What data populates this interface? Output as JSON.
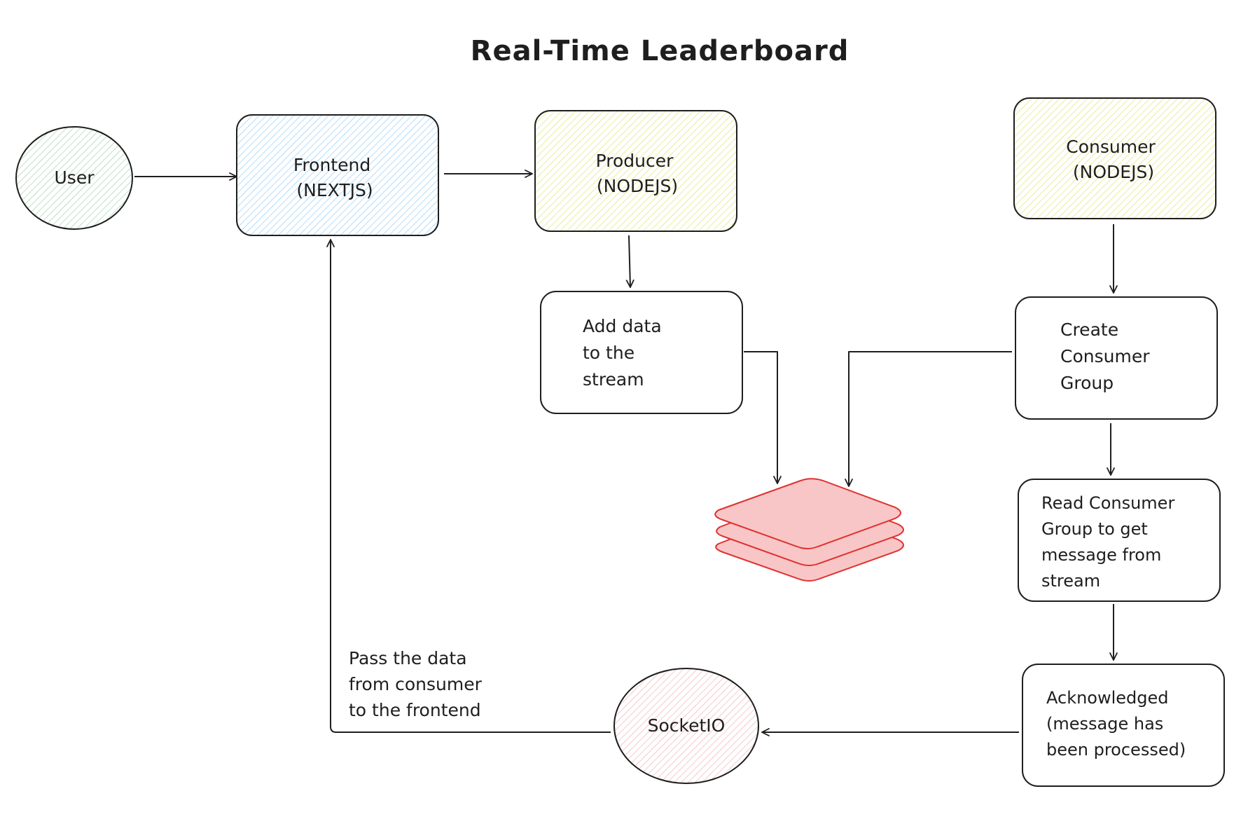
{
  "title": "Real-Time Leaderboard",
  "nodes": {
    "user": {
      "lines": [
        "User"
      ]
    },
    "frontend": {
      "lines": [
        "Frontend",
        "(NEXTJS)"
      ]
    },
    "producer": {
      "lines": [
        "Producer",
        "(NODEJS)"
      ]
    },
    "consumer": {
      "lines": [
        "Consumer",
        "(NODEJS)"
      ]
    },
    "add_data": {
      "lines": [
        "Add data",
        "to the",
        "stream"
      ]
    },
    "create_group": {
      "lines": [
        "Create",
        "Consumer",
        "Group"
      ]
    },
    "read_group": {
      "lines": [
        "Read Consumer",
        "Group to get",
        "message from",
        "stream"
      ]
    },
    "acknowledged": {
      "lines": [
        "Acknowledged",
        "(message has",
        "been processed)"
      ]
    },
    "socketio": {
      "lines": [
        "SocketIO"
      ]
    }
  },
  "edge_label": {
    "lines": [
      "Pass the data",
      "from consumer",
      "to the frontend"
    ]
  },
  "colors": {
    "stroke": "#1e1e1e",
    "user_fill": "#2f9e44",
    "frontend_fill": "#4dabf7",
    "producer_fill": "#d8e04a",
    "consumer_fill": "#d8e04a",
    "socketio_fill": "#e8737a",
    "stream_fill": "#f8c6c6",
    "stream_stroke": "#e03131"
  },
  "icons": {
    "stream": "stack-layers-icon"
  }
}
